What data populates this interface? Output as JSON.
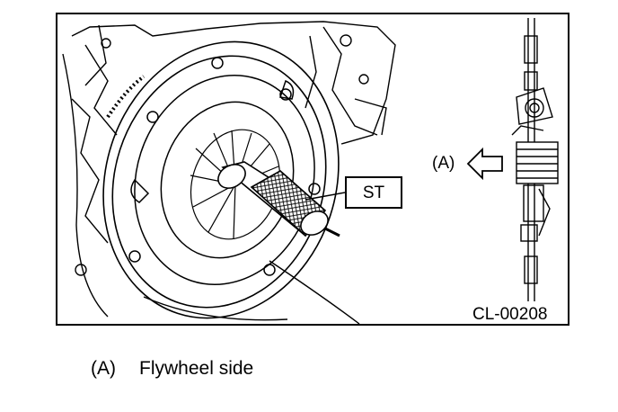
{
  "labels": {
    "special_tool": "ST",
    "direction_marker": "(A)",
    "figure_code": "CL-00208"
  },
  "legend": [
    {
      "key": "(A)",
      "text": "Flywheel side"
    }
  ],
  "icons": {
    "arrow": "left-arrow-outline-icon",
    "clutch": "clutch-cover-drawing",
    "tool": "clutch-centering-tool-drawing"
  }
}
